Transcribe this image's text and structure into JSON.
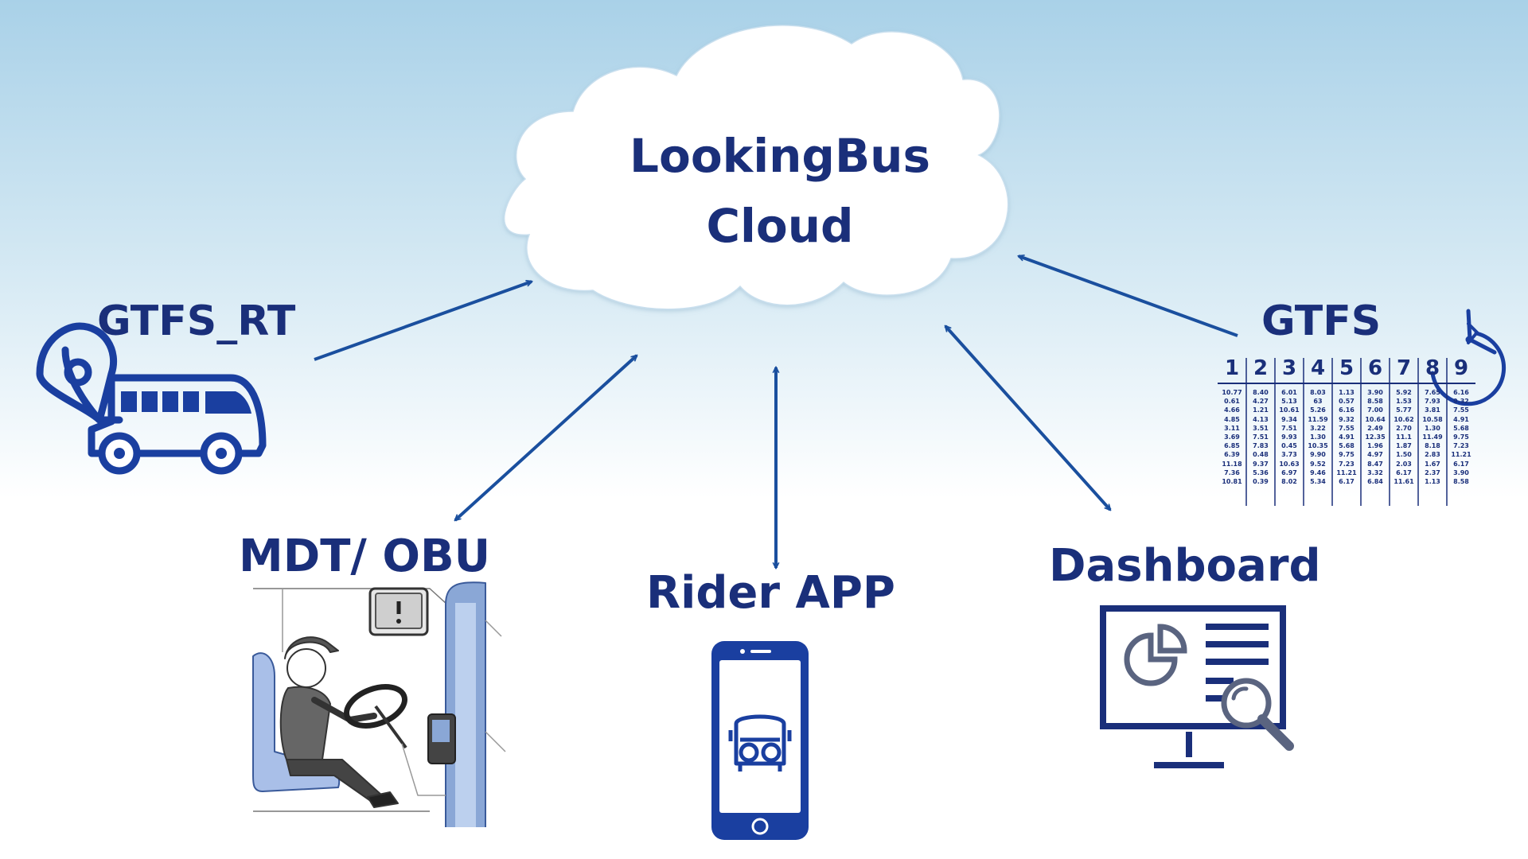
{
  "cloud": {
    "line1": "LookingBus",
    "line2": "Cloud"
  },
  "nodes": {
    "gtfs_rt": "GTFS_RT",
    "gtfs": "GTFS",
    "mdt_obu": "MDT/ OBU",
    "rider_app": "Rider APP",
    "dashboard": "Dashboard"
  },
  "timetable": {
    "headers": [
      "1",
      "2",
      "3",
      "4",
      "5",
      "6",
      "7",
      "8",
      "9"
    ],
    "columns": [
      [
        "10.77",
        "0.61",
        "4.66",
        "4.85",
        "3.11",
        "3.69",
        "6.85",
        "6.39",
        "11.18",
        "7.36",
        "10.81"
      ],
      [
        "8.40",
        "4.27",
        "1.21",
        "4.13",
        "3.51",
        "7.51",
        "7.83",
        "0.48",
        "9.37",
        "5.36",
        "0.39"
      ],
      [
        "6.01",
        "5.13",
        "10.61",
        "9.34",
        "7.51",
        "9.93",
        "0.45",
        "3.73",
        "10.63",
        "6.97",
        "8.02"
      ],
      [
        "8.03",
        "63",
        "5.26",
        "11.59",
        "3.22",
        "1.30",
        "10.35",
        "9.90",
        "9.52",
        "9.46",
        "5.34"
      ],
      [
        "1.13",
        "0.57",
        "6.16",
        "9.32",
        "7.55",
        "4.91",
        "5.68",
        "9.75",
        "7.23",
        "11.21",
        "6.17"
      ],
      [
        "3.90",
        "8.58",
        "7.00",
        "10.64",
        "2.49",
        "12.35",
        "1.96",
        "4.97",
        "8.47",
        "3.32",
        "6.84"
      ],
      [
        "5.92",
        "1.53",
        "5.77",
        "10.62",
        "2.70",
        "11.1",
        "1.87",
        "1.50",
        "2.03",
        "6.17",
        "11.61"
      ],
      [
        "7.65",
        "7.93",
        "3.81",
        "10.58",
        "1.30",
        "11.49",
        "8.18",
        "2.83",
        "1.67",
        "2.37",
        "1.13"
      ],
      [
        "6.16",
        "9.32",
        "7.55",
        "4.91",
        "5.68",
        "9.75",
        "7.23",
        "11.21",
        "6.17",
        "3.90",
        "8.58"
      ]
    ]
  },
  "colors": {
    "text": "#1a2f7a",
    "arrow": "#1a4f9e",
    "icon": "#1a3fa0",
    "bg_top": "#a9d1e8"
  },
  "icons": {
    "gtfs_rt": "bus-location-icon",
    "gtfs": "clock-icon",
    "mdt_obu": "bus-driver-illustration",
    "rider_app": "smartphone-bus-icon",
    "dashboard": "monitor-analytics-icon"
  }
}
